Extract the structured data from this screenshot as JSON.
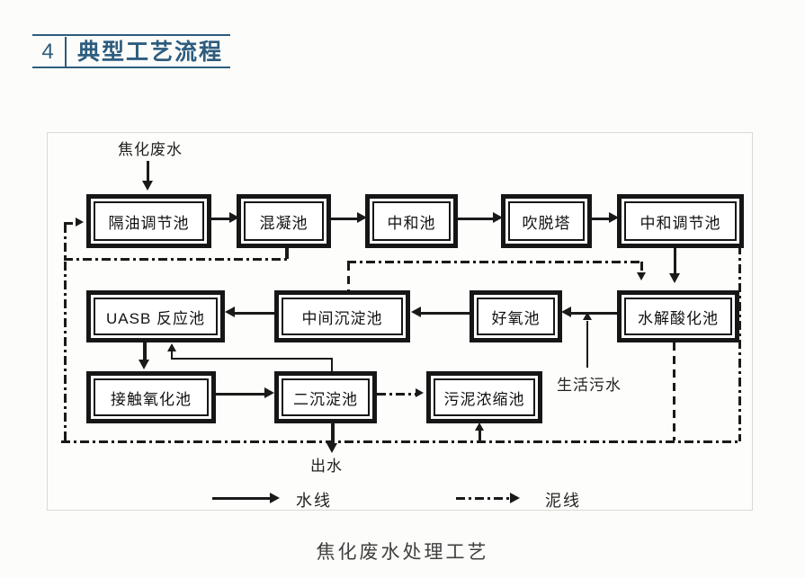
{
  "header": {
    "number": "4",
    "title": "典型工艺流程"
  },
  "caption": "焦化废水处理工艺",
  "diagram": {
    "source_label": "焦化废水",
    "boxes": {
      "oil_separation": "隔油调节池",
      "coagulation": "混凝池",
      "neutralization": "中和池",
      "stripping_tower": "吹脱塔",
      "neutralization_regulating": "中和调节池",
      "uasb": "UASB 反应池",
      "intermediate_sedimentation": "中间沉淀池",
      "aerobic": "好氧池",
      "hydrolysis_acidification": "水解酸化池",
      "contact_oxidation": "接触氧化池",
      "secondary_sedimentation": "二沉淀池",
      "sludge_thickening": "污泥浓缩池"
    },
    "labels": {
      "domestic_sewage": "生活污水",
      "effluent": "出水"
    },
    "legend": {
      "water_line": "水线",
      "sludge_line": "泥线"
    }
  },
  "colors": {
    "accent": "#2d5c7e",
    "line": "#1a1a1a"
  }
}
